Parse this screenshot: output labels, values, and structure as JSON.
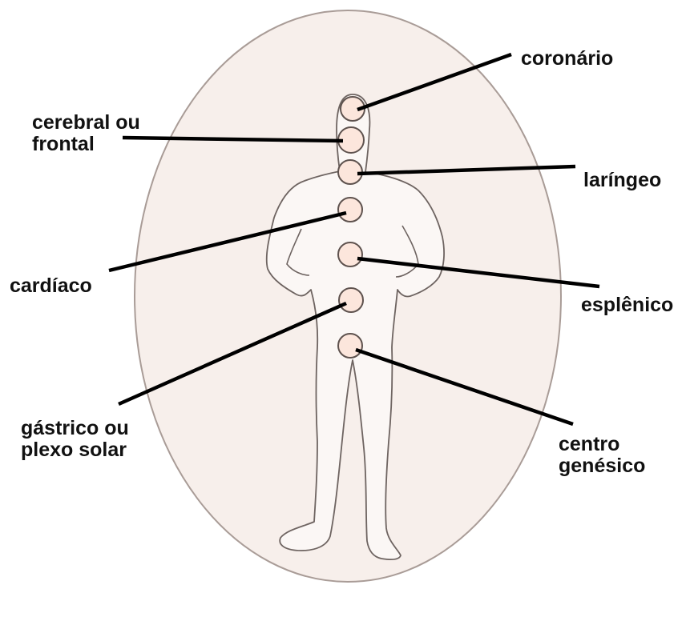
{
  "colors": {
    "aura_fill": "#f7efeb",
    "aura_stroke": "#a99c97",
    "body_fill": "#fbf7f5",
    "body_stroke": "#6e6461",
    "chakra_fill": "#fce6dc",
    "chakra_stroke": "#5e524e",
    "leader": "#000000"
  },
  "labels": {
    "coronario": "coronário",
    "cerebral_line1": "cerebral ou",
    "cerebral_line2": "frontal",
    "laringeo": "laríngeo",
    "cardiaco": "cardíaco",
    "esplenico": "esplênico",
    "gastrico_line1": "gástrico ou",
    "gastrico_line2": "plexo solar",
    "genesico_line1": "centro",
    "genesico_line2": "genésico"
  }
}
